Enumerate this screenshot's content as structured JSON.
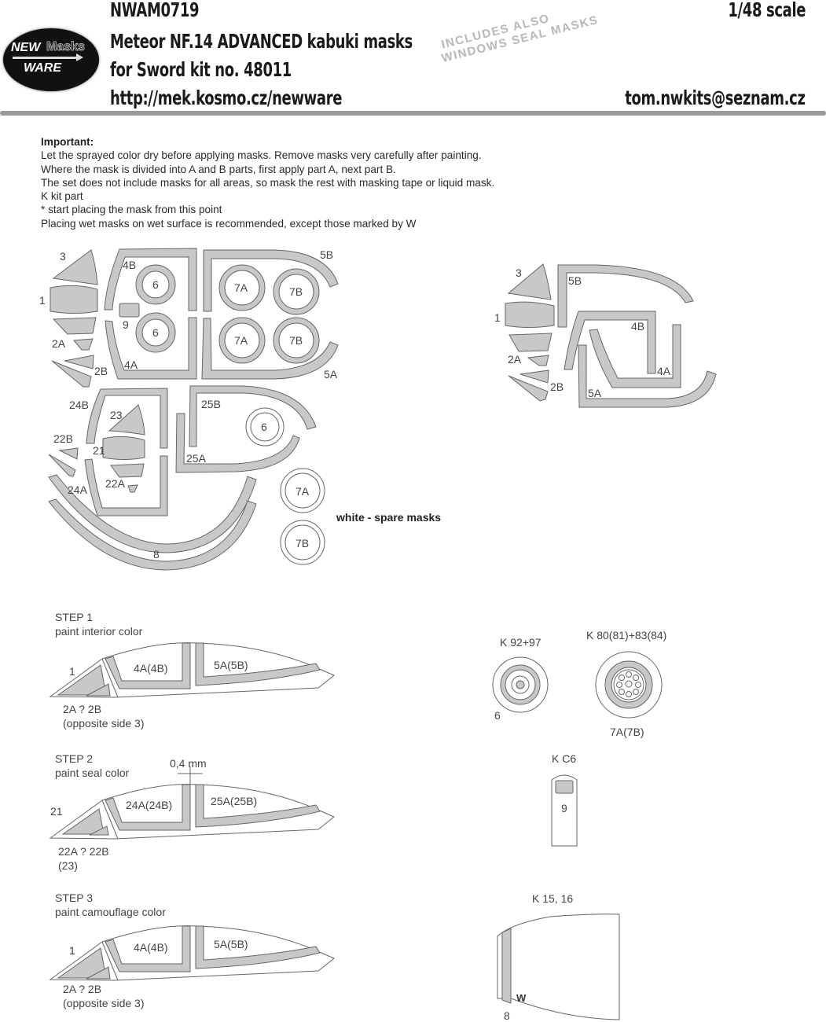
{
  "header": {
    "product_code": "NWAM0719",
    "title": "Meteor NF.14 ADVANCED kabuki masks",
    "subtitle": "for Sword kit no. 48011",
    "website": "http://mek.kosmo.cz/newware",
    "scale": "1/48 scale",
    "email": "tom.nwkits@seznam.cz",
    "stamp_line1": "INCLUDES ALSO",
    "stamp_line2": "WINDOWS SEAL MASKS"
  },
  "logo": {
    "word1": "NEW",
    "word2": "Masks",
    "word3": "WARE"
  },
  "notes": {
    "heading": "Important:",
    "lines": [
      "Let the sprayed color dry before applying masks. Remove masks very carefully after painting.",
      "Where the mask is divided into A and B parts, first apply part A, next part B.",
      "The set does not include masks for all areas, so mask the rest with masking tape or liquid mask.",
      "K kit part",
      "*  start placing the mask from this point",
      "Placing wet masks on wet surface is recommended, except those marked by W"
    ]
  },
  "mask_sheet_main": {
    "labels": [
      "3",
      "1",
      "2A",
      "2B",
      "4B",
      "4A",
      "9",
      "6",
      "6",
      "7A",
      "7B",
      "7A",
      "7B",
      "5B",
      "5A",
      "24B",
      "23",
      "22B",
      "21",
      "22A",
      "24A",
      "25B",
      "25A",
      "6",
      "7A",
      "7B",
      "8"
    ],
    "spare_note": "white - spare masks"
  },
  "mask_sheet_alt": {
    "labels": [
      "3",
      "1",
      "2A",
      "2B",
      "5B",
      "4B",
      "4A",
      "5A"
    ]
  },
  "steps": [
    {
      "title": "STEP 1",
      "desc": "paint interior color",
      "front_label": "1",
      "parts_a": "4A(4B)",
      "parts_b": "5A(5B)",
      "bottom1": "2A ? 2B",
      "bottom2": "(opposite side 3)"
    },
    {
      "title": "STEP 2",
      "desc": "paint seal color",
      "front_label": "21",
      "parts_a": "24A(24B)",
      "parts_b": "25A(25B)",
      "bottom1": "22A ? 22B",
      "bottom2": "(23)",
      "dimension": "0,4 mm"
    },
    {
      "title": "STEP 3",
      "desc": "paint camouflage color",
      "front_label": "1",
      "parts_a": "4A(4B)",
      "parts_b": "5A(5B)",
      "bottom1": "2A ? 2B",
      "bottom2": "(opposite side 3)"
    }
  ],
  "kit_parts": {
    "wheel_small": {
      "kit_ref": "K 92+97",
      "mask": "6"
    },
    "wheel_large": {
      "kit_ref": "K 80(81)+83(84)",
      "mask": "7A(7B)"
    },
    "light": {
      "kit_ref": "K C6",
      "mask": "9"
    },
    "nose": {
      "kit_ref": "K 15, 16",
      "mask": "8",
      "marker": "W"
    }
  },
  "colors": {
    "mask_fill": "#c8c8c8",
    "outline": "#666666",
    "rule": "#9a9a9a",
    "stamp": "#b8b8b8"
  }
}
